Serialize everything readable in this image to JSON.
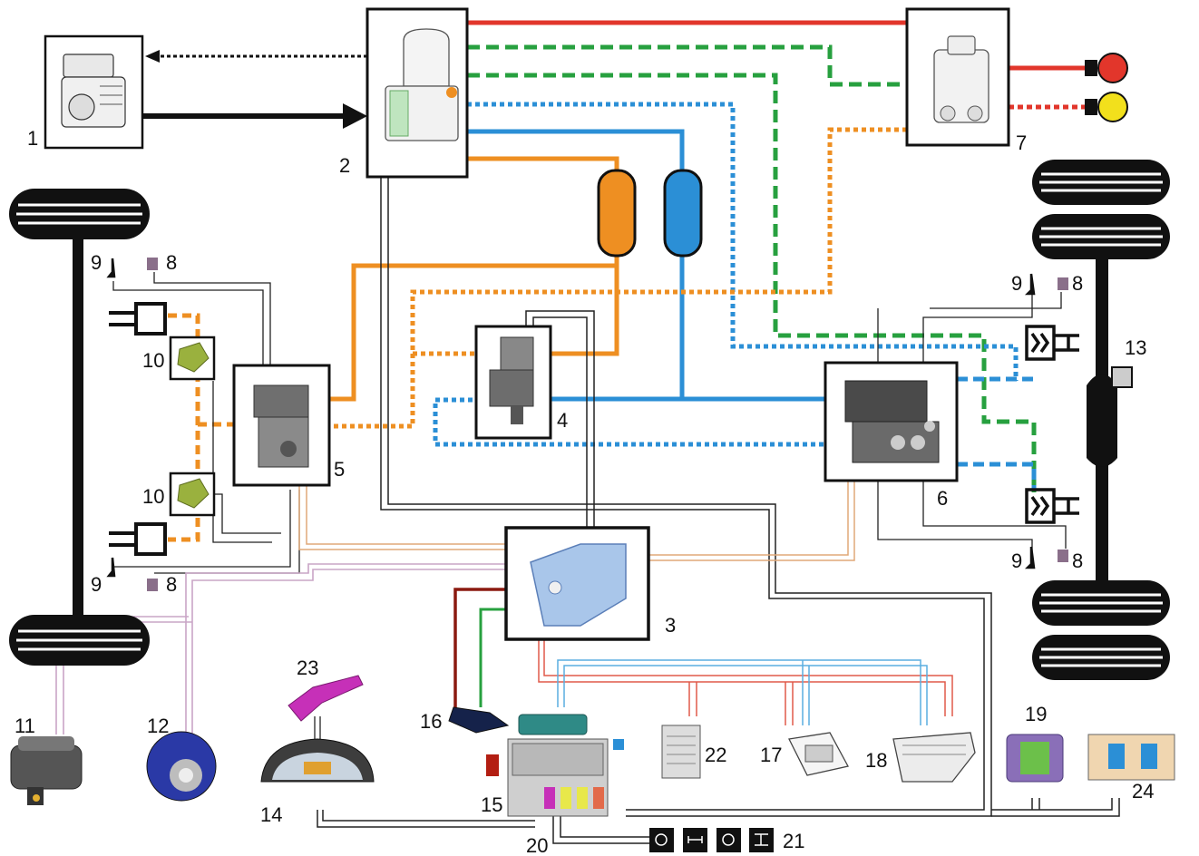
{
  "labels": {
    "n1": "1",
    "n2": "2",
    "n3": "3",
    "n4": "4",
    "n5": "5",
    "n6": "6",
    "n7": "7",
    "n8": "8",
    "n9": "9",
    "n10": "10",
    "n11": "11",
    "n12": "12",
    "n13": "13",
    "n14": "14",
    "n15": "15",
    "n16": "16",
    "n17": "17",
    "n18": "18",
    "n19": "19",
    "n20": "20",
    "n21": "21",
    "n22": "22",
    "n23": "23",
    "n24": "24"
  },
  "colors": {
    "red": "#e2362b",
    "green": "#27a03f",
    "blue": "#2b8fd6",
    "orange": "#ee8f22",
    "light_orange": "#e0a878",
    "pink": "#c9a5c6",
    "dark_red": "#8b1a10",
    "black": "#111111",
    "yellow": "#f2e01c"
  },
  "icons": {
    "compressor": "air-compressor-icon",
    "air_processing": "air-processing-unit-icon",
    "ebs_ecu": "ebs-control-unit-icon",
    "relay_valve": "relay-valve-icon",
    "front_modulator": "front-axle-modulator-icon",
    "rear_modulator": "rear-axle-modulator-icon",
    "trailer_valve": "trailer-control-valve-icon",
    "brake_pedal": "brake-signal-transmitter-icon",
    "steering": "steering-angle-sensor-icon",
    "cluster": "instrument-cluster-icon",
    "lever": "brake-lever-icon",
    "fuse_box": "central-electric-box-icon",
    "switches": "dashboard-switches-icon"
  }
}
